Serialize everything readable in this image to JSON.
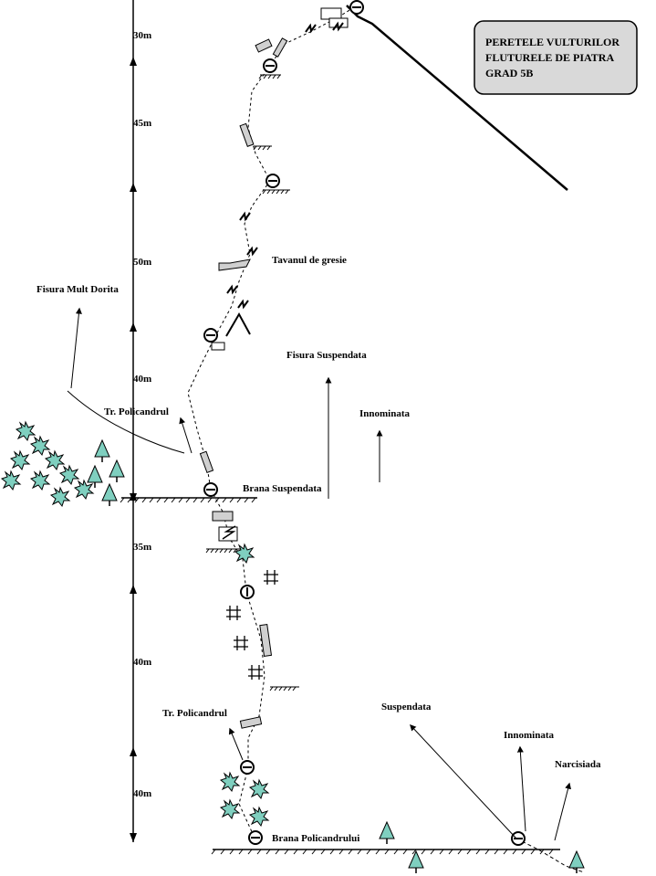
{
  "title_box": {
    "lines": [
      "PERETELE VULTURILOR",
      "FLUTURELE DE PIATRA",
      "GRAD 5B"
    ],
    "fill": "#d9d9d9"
  },
  "pitch_lengths": [
    "30m",
    "45m",
    "50m",
    "40m",
    "35m",
    "40m",
    "40m"
  ],
  "labels": {
    "tavanul": "Tavanul de gresie",
    "fisura_mult_dorita": "Fisura Mult Dorita",
    "fisura_suspendata": "Fisura Suspendata",
    "innominata_upper": "Innominata",
    "tr_policandrul_upper": "Tr. Policandrul",
    "brana_suspendata": "Brana Suspendata",
    "tr_policandrul_lower": "Tr. Policandrul",
    "suspendata": "Suspendata",
    "innominata_lower": "Innominata",
    "narcisiada": "Narcisiada",
    "brana_policandrului": "Brana Policandrului"
  },
  "colors": {
    "vegetation": "#7fcfbf",
    "tree": "#7fcfbf",
    "roof": "#d0d0d0",
    "line": "#000000"
  }
}
